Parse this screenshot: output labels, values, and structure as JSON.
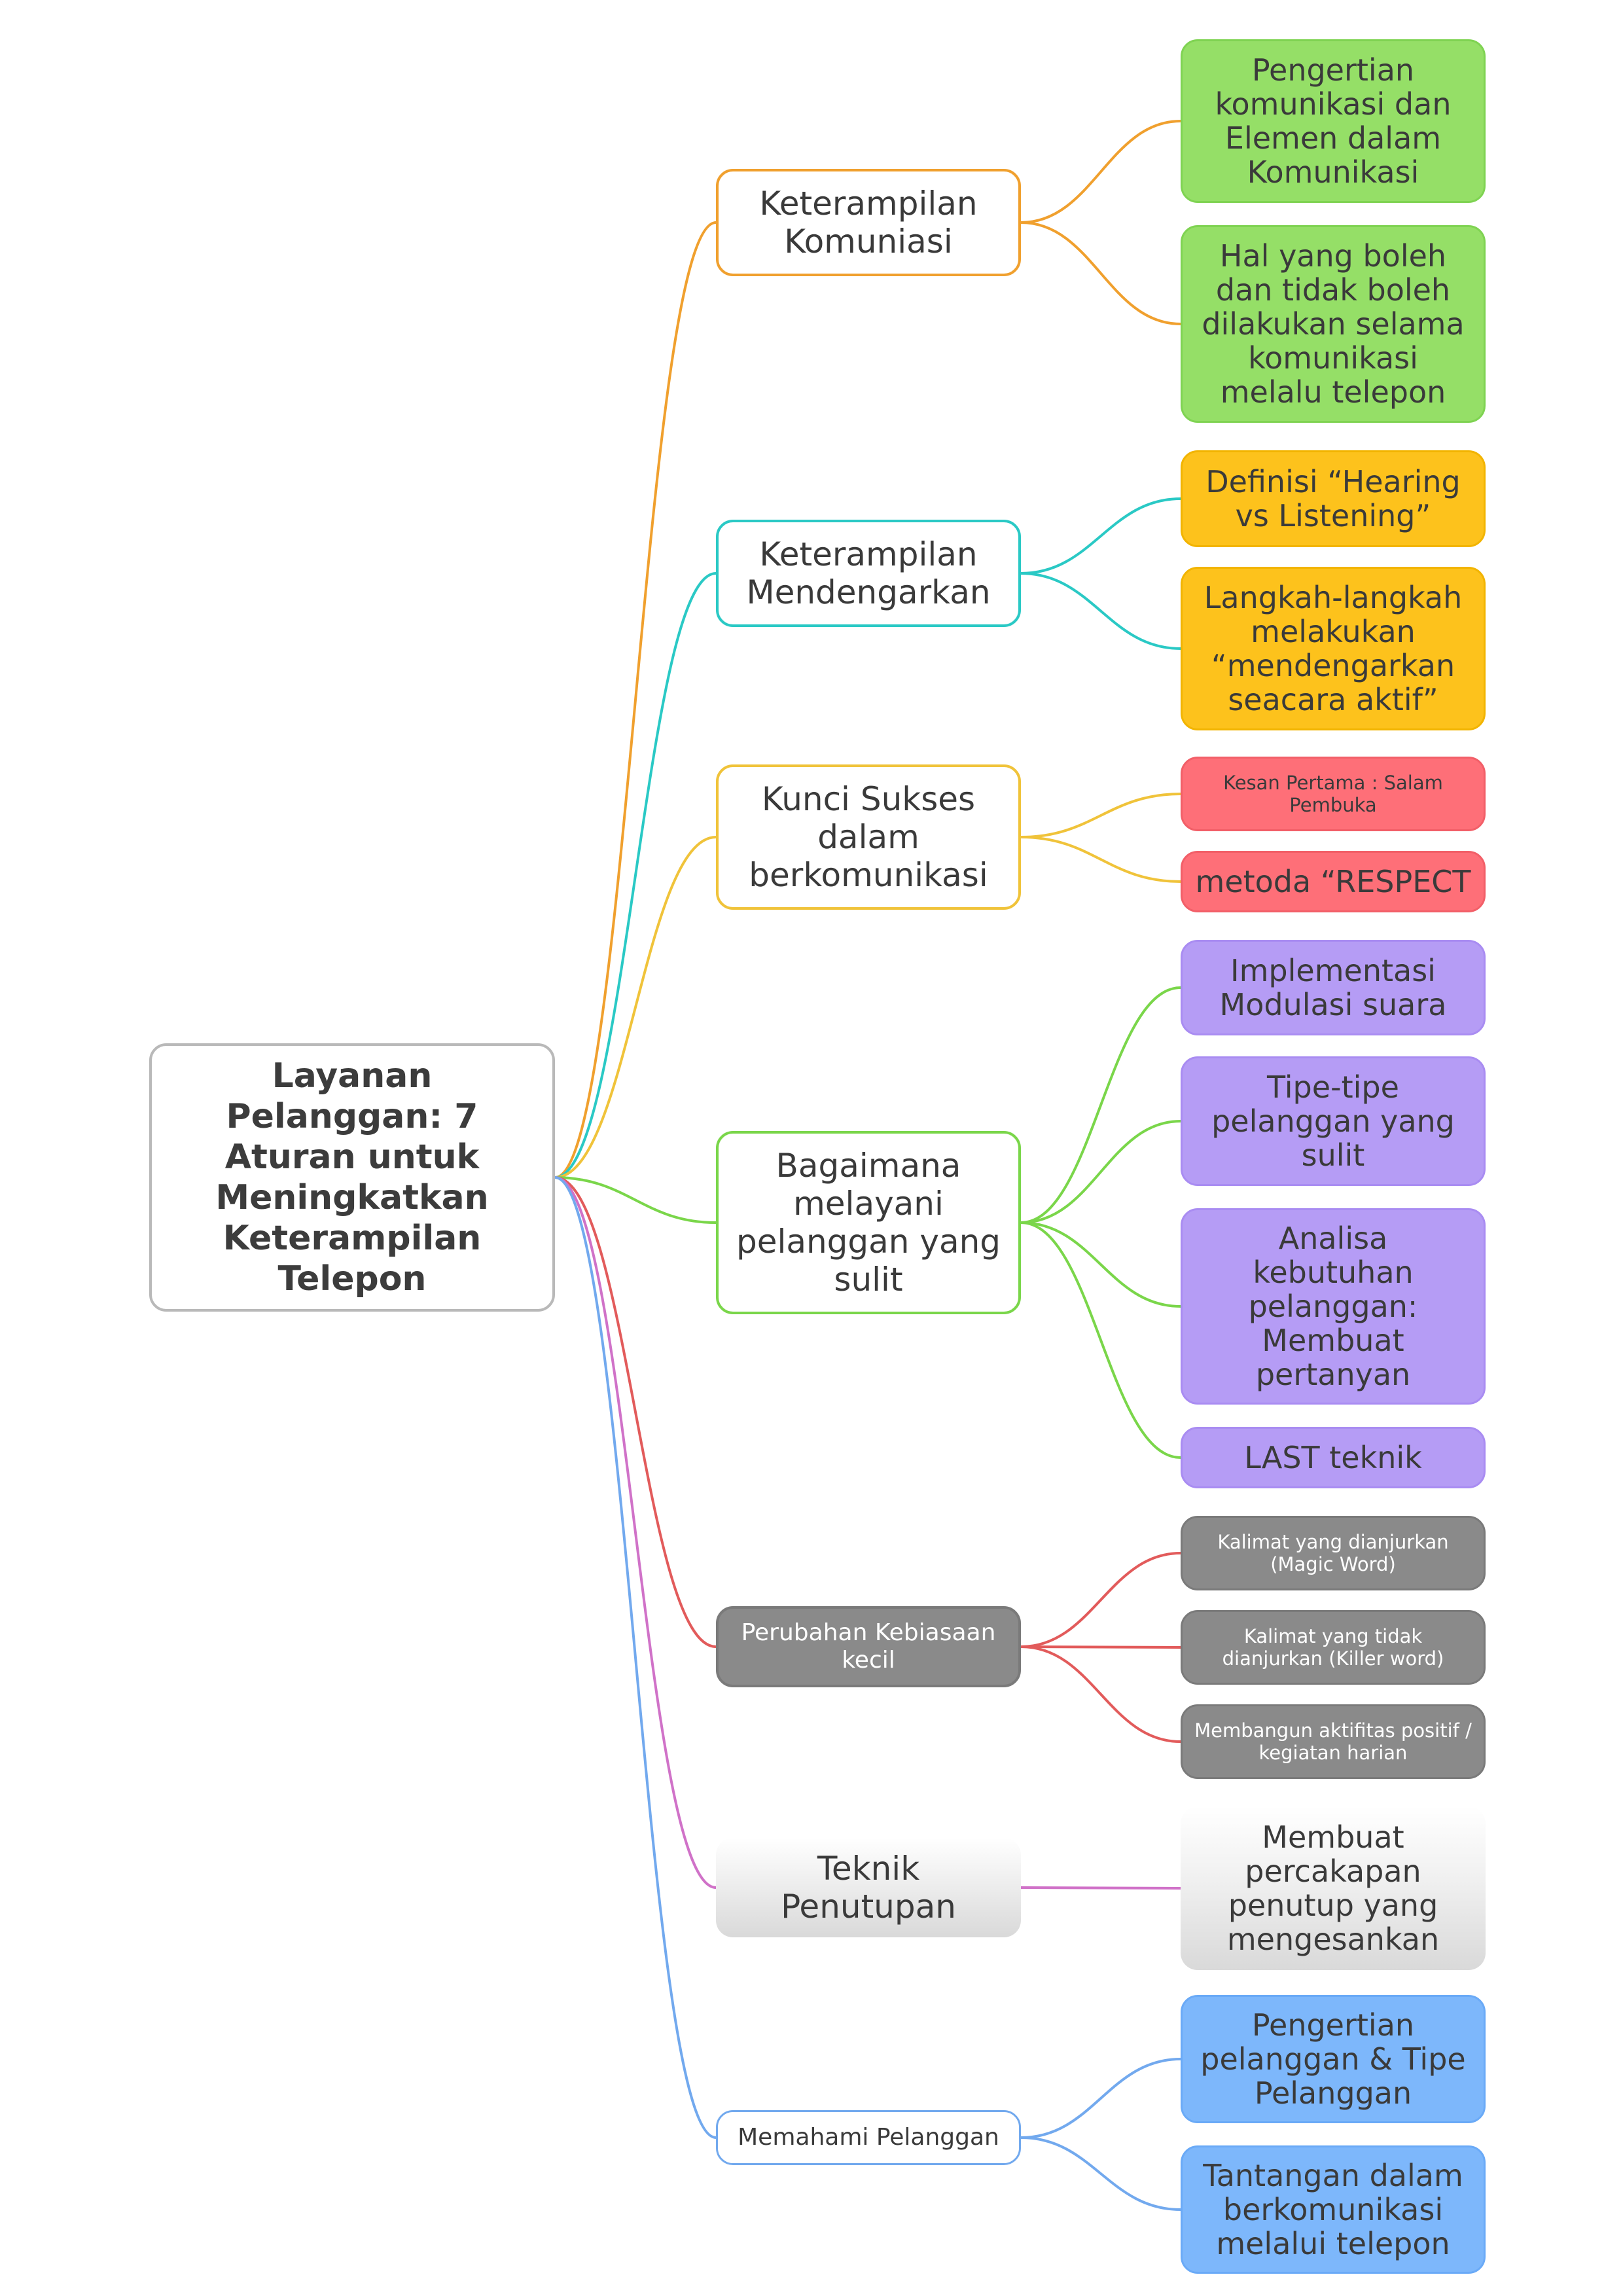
{
  "root": {
    "label": "Layanan\nPelanggan: 7\nAturan untuk\nMeningkatkan\nKeterampilan\nTelepon"
  },
  "branches": [
    {
      "label": "Keterampilan\nKomuniasi",
      "color": "#f0a02e",
      "children": [
        "Pengertian\nkomunikasi dan\nElemen dalam\nKomunikasi",
        "Hal yang boleh\ndan tidak boleh\ndilakukan selama\nkomunikasi\nmelalu telepon"
      ],
      "leaf_color": "#95df67"
    },
    {
      "label": "Keterampilan\nMendengarkan",
      "color": "#2ac9c5",
      "children": [
        "Definisi “Hearing\nvs Listening”",
        "Langkah-langkah\nmelakukan\n“mendengarkan\nseacara aktif”"
      ],
      "leaf_color": "#fdc21c"
    },
    {
      "label": "Kunci Sukses\ndalam\nberkomunikasi",
      "color": "#f0c33a",
      "children": [
        "Kesan Pertama : Salam\nPembuka",
        "metoda “RESPECT"
      ],
      "leaf_color": "#fe6f78"
    },
    {
      "label": "Bagaimana\nmelayani\npelanggan yang\nsulit",
      "color": "#7ad64a",
      "children": [
        "Implementasi\nModulasi suara",
        "Tipe-tipe\npelanggan yang\nsulit",
        "Analisa\nkebutuhan\npelanggan:\nMembuat\npertanyan",
        "LAST teknik"
      ],
      "leaf_color": "#b59cf5"
    },
    {
      "label": "Perubahan Kebiasaan\nkecil",
      "color": "#e25b5b",
      "children": [
        "Kalimat yang dianjurkan\n(Magic Word)",
        "Kalimat yang tidak\ndianjurkan (Killer word)",
        "Membangun aktifitas positif /\nkegiatan harian"
      ],
      "leaf_color": "#8a8a8a"
    },
    {
      "label": "Teknik\nPenutupan",
      "color": "#d072c8",
      "children": [
        "Membuat\npercakapan\npenutup yang\nmengesankan"
      ],
      "leaf_color": "#e6e6e6"
    },
    {
      "label": "Memahami Pelanggan",
      "color": "#72a9ee",
      "children": [
        "Pengertian\npelanggan & Tipe\nPelanggan",
        "Tantangan dalam\nberkomunikasi\nmelalui telepon"
      ],
      "leaf_color": "#7db7fb"
    }
  ]
}
